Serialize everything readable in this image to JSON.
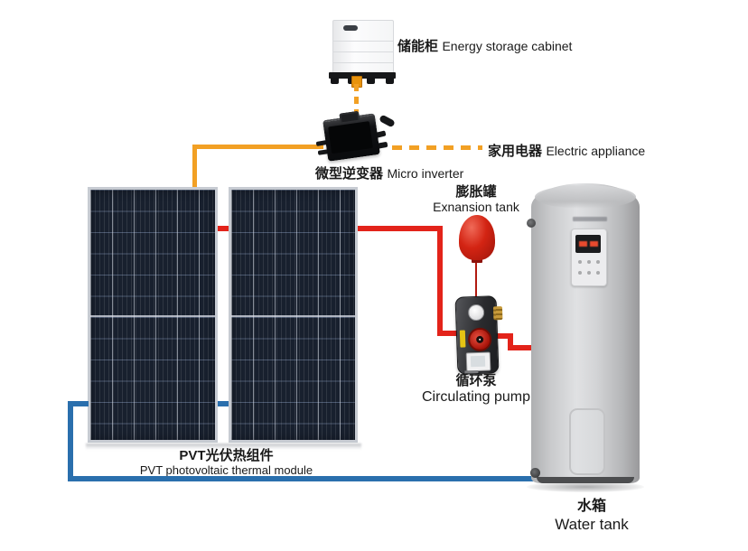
{
  "colors": {
    "wire_orange": "#F2A024",
    "pipe_hot_red": "#E3231A",
    "pipe_cold_blue": "#2A6FAD"
  },
  "labels": {
    "storage_cabinet": {
      "zh": "储能柜",
      "en": "Energy storage cabinet"
    },
    "electric_appliance": {
      "zh": "家用电器",
      "en": "Electric appliance"
    },
    "micro_inverter": {
      "zh": "微型逆变器",
      "en": "Micro inverter"
    },
    "expansion_tank": {
      "zh": "膨胀罐",
      "en": "Exnansion tank"
    },
    "circulating_pump": {
      "zh": "循环泵",
      "en": "Circulating pump"
    },
    "water_tank": {
      "zh": "水箱",
      "en": "Water tank"
    },
    "pvt_module": {
      "zh": "PVT光伏热组件",
      "en": "PVT photovoltaic thermal module"
    }
  }
}
